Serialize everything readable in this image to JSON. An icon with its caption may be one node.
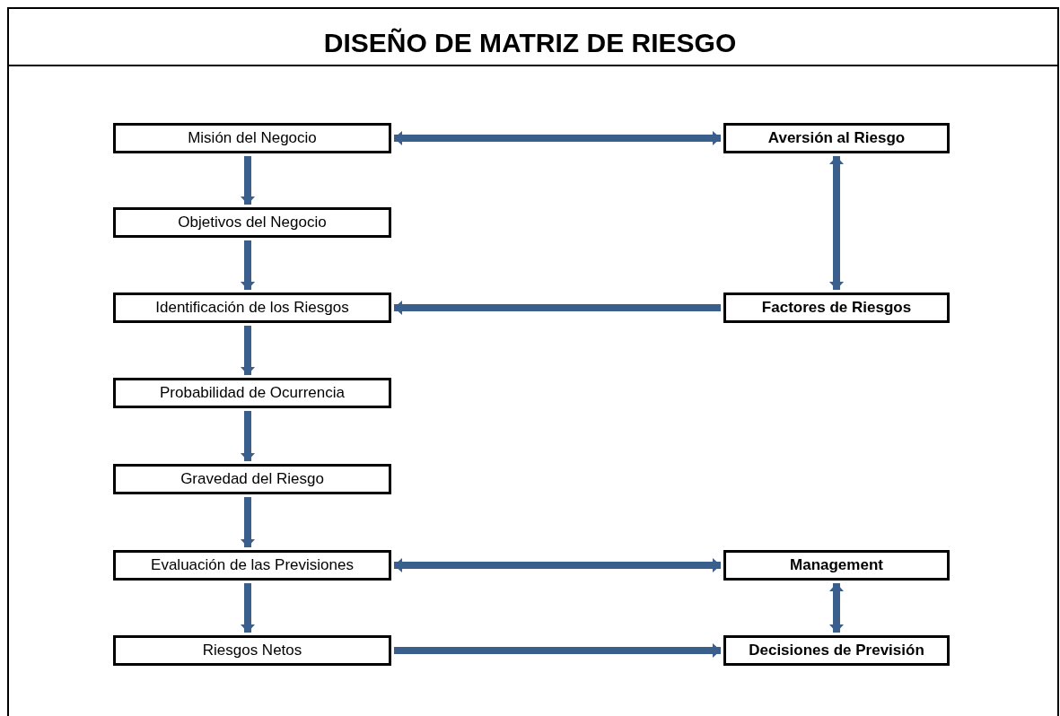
{
  "diagram": {
    "title": "DISEÑO DE MATRIZ DE RIESGO",
    "nodes": [
      {
        "text": [
          "Misión del Negocio"
        ]
      },
      {
        "text": [
          "Objetivos del Negocio"
        ]
      },
      {
        "text": [
          "Identificación de los Riesgos"
        ]
      },
      {
        "text": [
          "Probabilidad de Ocurrencia"
        ]
      },
      {
        "text": [
          "Gravedad del Riesgo"
        ]
      },
      {
        "text": [
          "Evaluación de las Previsiones"
        ]
      },
      {
        "text": [
          "Riesgos Netos"
        ]
      },
      {
        "text": [
          "Aversión al Riesgo"
        ]
      },
      {
        "text": [
          "Factores de Riesgos"
        ]
      },
      {
        "text": [
          "Management"
        ]
      },
      {
        "text": [
          "Decisiones de Previsión"
        ]
      }
    ],
    "edges": [
      {
        "from": 0,
        "to": 1,
        "arrow": "to"
      },
      {
        "from": 1,
        "to": 2,
        "arrow": "to"
      },
      {
        "from": 2,
        "to": 3,
        "arrow": "to"
      },
      {
        "from": 3,
        "to": 4,
        "arrow": "to"
      },
      {
        "from": 4,
        "to": 5,
        "arrow": "to"
      },
      {
        "from": 5,
        "to": 6,
        "arrow": "to"
      },
      {
        "from": 0,
        "to": 7,
        "arrow": "both"
      },
      {
        "from": 7,
        "to": 8,
        "arrow": "both"
      },
      {
        "from": 8,
        "to": 2,
        "arrow": "to"
      },
      {
        "from": 5,
        "to": 9,
        "arrow": "both"
      },
      {
        "from": 9,
        "to": 10,
        "arrow": "both"
      },
      {
        "from": 6,
        "to": 10,
        "arrow": "to"
      }
    ]
  }
}
